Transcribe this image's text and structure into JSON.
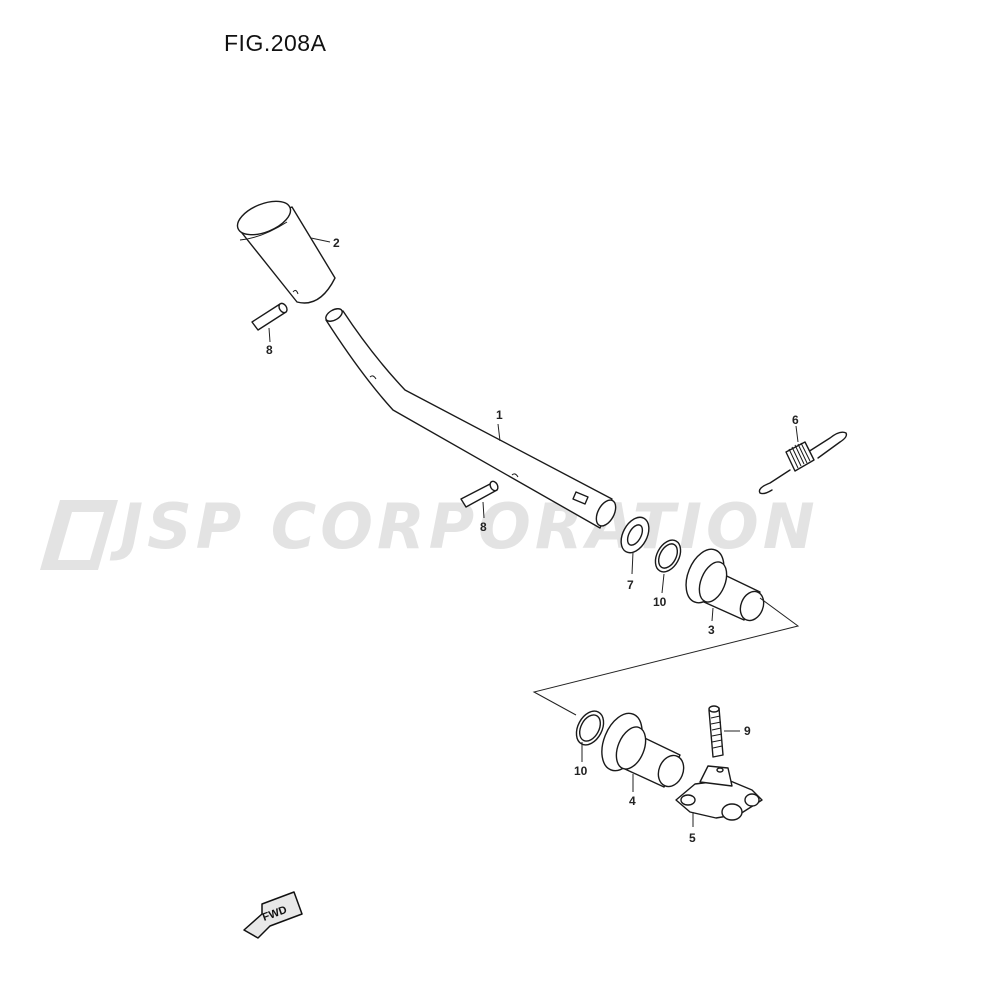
{
  "figure": {
    "title": "FIG.208A"
  },
  "watermark": {
    "text": "JSP CORPORATION",
    "color": "#e3e3e3"
  },
  "callouts": {
    "c1": "1",
    "c2": "2",
    "c3": "3",
    "c4": "4",
    "c5": "5",
    "c6": "6",
    "c7": "7",
    "c8a": "8",
    "c8b": "8",
    "c9": "9",
    "c10a": "10",
    "c10b": "10"
  },
  "direction_marker": {
    "label": "FWD",
    "icon": "fwd-arrow-icon"
  }
}
